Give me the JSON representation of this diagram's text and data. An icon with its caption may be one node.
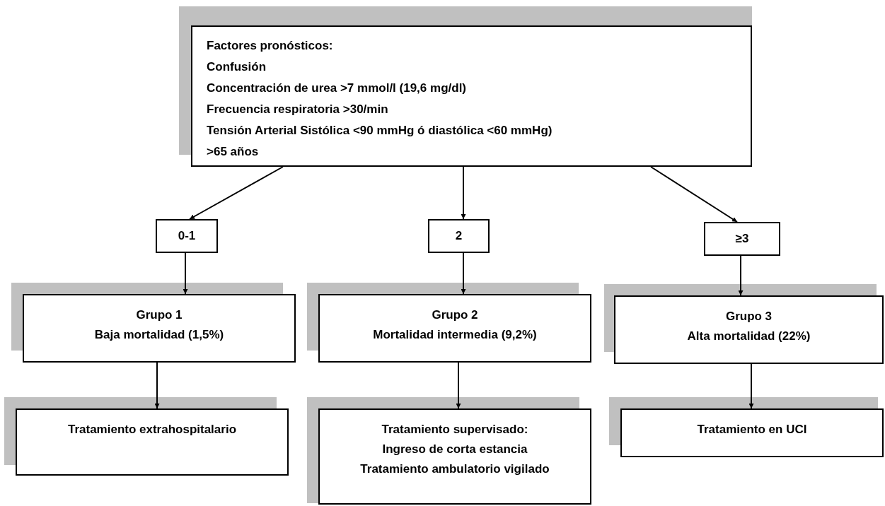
{
  "diagram": {
    "nodes": [
      {
        "text": [
          "Factores pronósticos:",
          "Confusión",
          "Concentración de urea >7 mmol/l (19,6 mg/dl)",
          "Frecuencia respiratoria  >30/min",
          "Tensión Arterial Sistólica <90 mmHg ó diastólica <60 mmHg)",
          ">65 años"
        ]
      },
      {
        "text": [
          "0-1"
        ]
      },
      {
        "text": [
          "2"
        ]
      },
      {
        "text": [
          "≥3"
        ]
      },
      {
        "text": [
          "Grupo 1",
          "Baja mortalidad (1,5%)"
        ]
      },
      {
        "text": [
          "Grupo 2",
          "Mortalidad intermedia (9,2%)"
        ]
      },
      {
        "text": [
          "Grupo 3",
          "Alta mortalidad (22%)"
        ]
      },
      {
        "text": [
          "Tratamiento extrahospitalario"
        ]
      },
      {
        "text": [
          "Tratamiento supervisado:",
          "Ingreso de corta estancia",
          "Tratamiento ambulatorio vigilado"
        ]
      },
      {
        "text": [
          "Tratamiento en UCI"
        ]
      }
    ],
    "edges": [
      {
        "from": 0,
        "to": 1,
        "arrow": "to"
      },
      {
        "from": 0,
        "to": 2,
        "arrow": "to"
      },
      {
        "from": 0,
        "to": 3,
        "arrow": "to"
      },
      {
        "from": 1,
        "to": 4,
        "arrow": "to"
      },
      {
        "from": 2,
        "to": 5,
        "arrow": "to"
      },
      {
        "from": 3,
        "to": 6,
        "arrow": "to"
      },
      {
        "from": 4,
        "to": 7,
        "arrow": "to"
      },
      {
        "from": 5,
        "to": 8,
        "arrow": "to"
      },
      {
        "from": 6,
        "to": 9,
        "arrow": "to"
      }
    ]
  }
}
